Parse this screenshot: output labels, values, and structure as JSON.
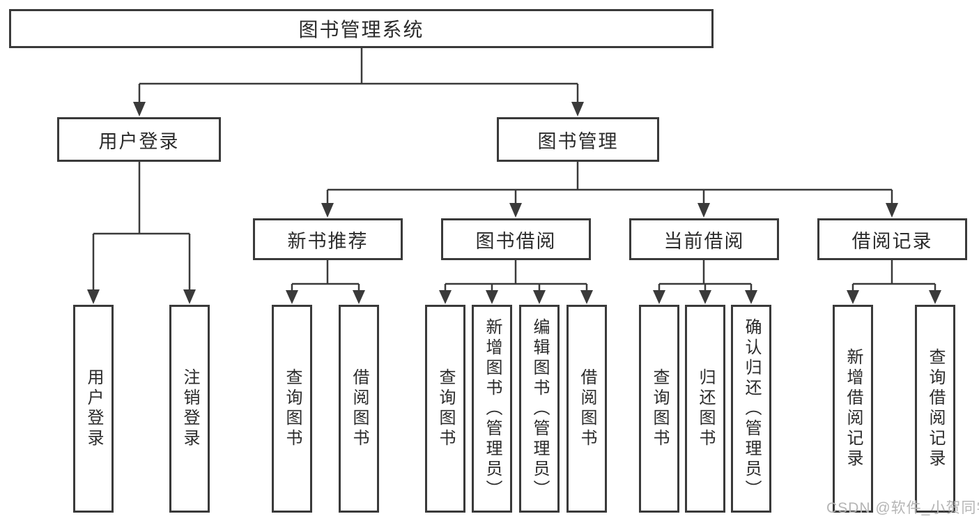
{
  "diagram": {
    "root": "图书管理系统",
    "level2": [
      "用户登录",
      "图书管理"
    ],
    "level3": [
      "新书推荐",
      "图书借阅",
      "当前借阅",
      "借阅记录"
    ],
    "leaves": [
      "用户登录",
      "注销登录",
      "查询图书",
      "借阅图书",
      "查询图书",
      "新增图书（管理员）",
      "编辑图书（管理员）",
      "借阅图书",
      "查询图书",
      "归还图书",
      "确认归还（管理员）",
      "新增借阅记录",
      "查询借阅记录"
    ],
    "watermark": "CSDN @软件_小贺同学",
    "colors": {
      "line": "#3a3a3a",
      "text": "#2b2b2b",
      "watermark": "#b5b5b5",
      "background": "#ffffff"
    }
  }
}
